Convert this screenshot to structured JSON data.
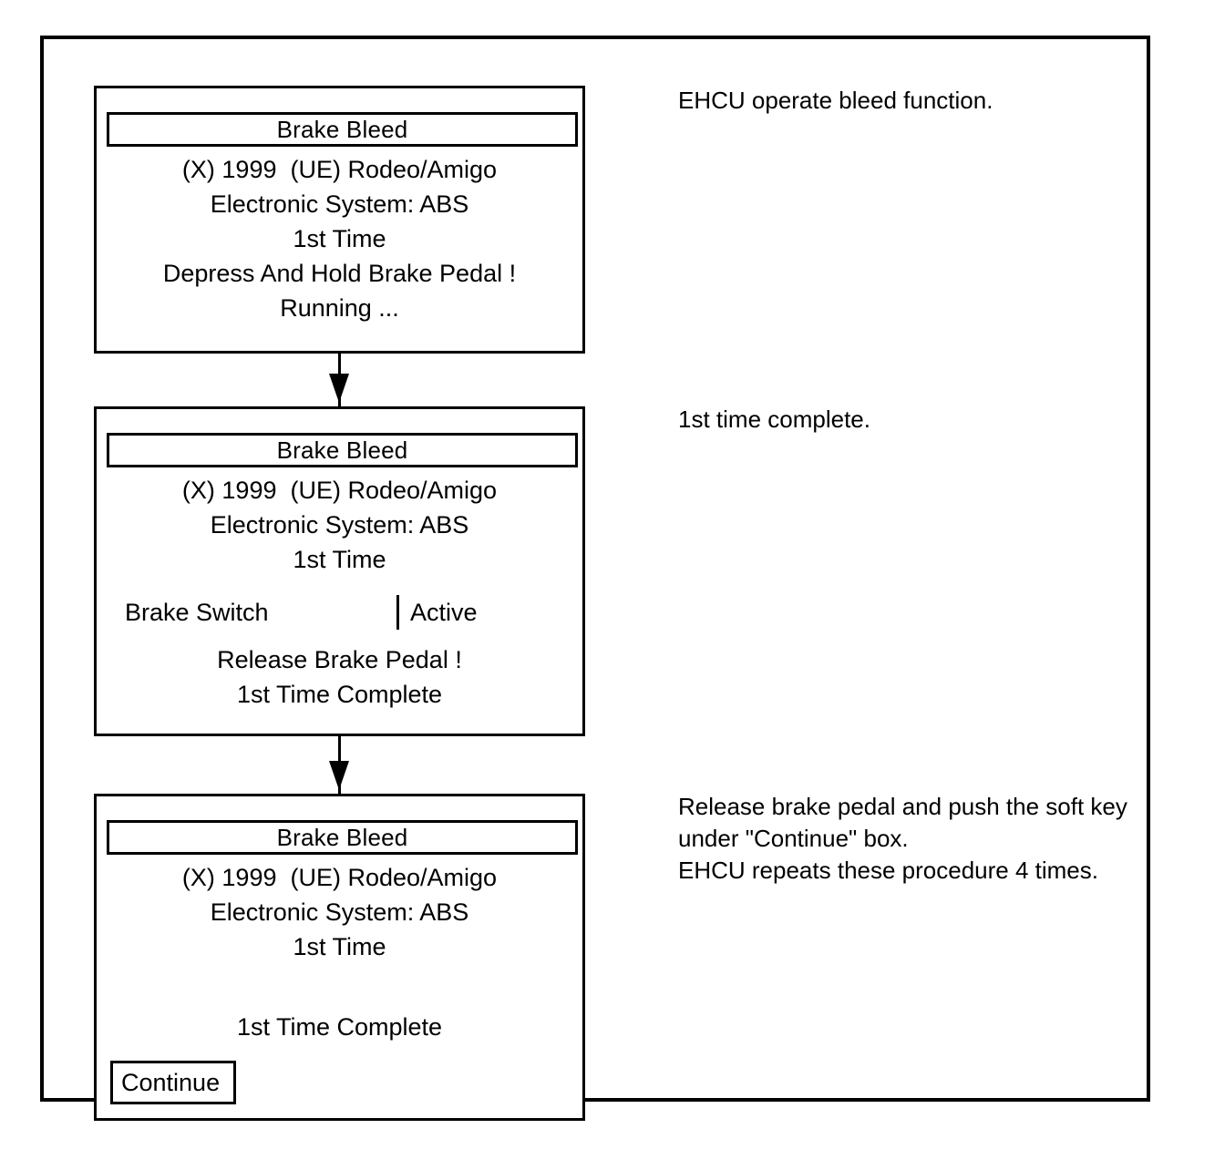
{
  "diagram": {
    "panels": [
      {
        "id": "panel-1",
        "title": "Brake Bleed",
        "lines": [
          "(X) 1999  (UE) Rodeo/Amigo",
          "Electronic System: ABS",
          "1st Time",
          "Depress And Hold Brake Pedal !",
          "Running ..."
        ]
      },
      {
        "id": "panel-2",
        "title": "Brake Bleed",
        "lines": [
          "(X) 1999  (UE) Rodeo/Amigo",
          "Electronic System: ABS",
          "1st Time"
        ],
        "data_row": {
          "label": "Brake Switch",
          "value": "Active"
        },
        "lines_after": [
          "Release Brake Pedal !",
          "1st Time Complete"
        ]
      },
      {
        "id": "panel-3",
        "title": "Brake Bleed",
        "lines": [
          "(X) 1999  (UE) Rodeo/Amigo",
          "Electronic System: ABS",
          "1st Time"
        ],
        "lines_after": [
          "1st Time Complete"
        ],
        "softkey": "Continue"
      }
    ],
    "connectors": [
      {
        "id": "connector-1",
        "icon": "arrow-down-icon"
      },
      {
        "id": "connector-2",
        "icon": "arrow-down-icon"
      }
    ],
    "annotations": [
      {
        "id": "annotation-1",
        "text": "EHCU operate bleed function."
      },
      {
        "id": "annotation-2",
        "text": "1st time complete."
      },
      {
        "id": "annotation-3",
        "text": "Release brake pedal and push the soft key\nunder \"Continue\" box.\nEHCU repeats these procedure 4 times."
      }
    ]
  },
  "colors": {
    "ink": "#000000",
    "paper": "#ffffff"
  }
}
